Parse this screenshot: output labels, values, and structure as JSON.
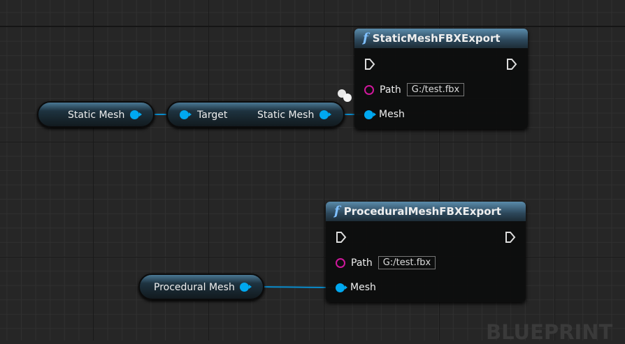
{
  "graph": {
    "watermark": "BLUEPRINT"
  },
  "colors": {
    "object_pin": "#00a8f0",
    "string_pin": "#d0189c",
    "header": "#4a7894"
  },
  "nodes": {
    "static_mesh_var": {
      "label": "Static Mesh"
    },
    "get_static_mesh": {
      "input": "Target",
      "output": "Static Mesh"
    },
    "static_export": {
      "title": "StaticMeshFBXExport",
      "icon": "function-icon",
      "path_label": "Path",
      "path_value": "G:/test.fbx",
      "mesh_label": "Mesh"
    },
    "procedural_mesh_var": {
      "label": "Procedural Mesh"
    },
    "procedural_export": {
      "title": "ProceduralMeshFBXExport",
      "icon": "function-icon",
      "path_label": "Path",
      "path_value": "G:/test.fbx",
      "mesh_label": "Mesh"
    }
  }
}
